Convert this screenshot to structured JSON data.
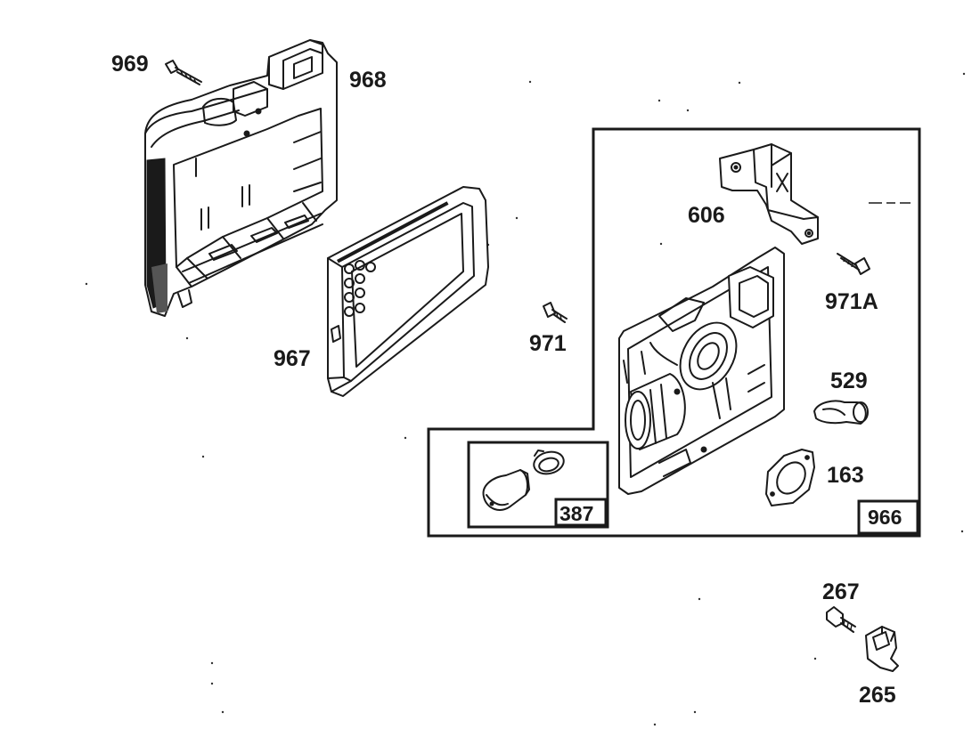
{
  "diagram": {
    "part_labels": {
      "p969": "969",
      "p968": "968",
      "p967": "967",
      "p971": "971",
      "p606": "606",
      "p971a": "971A",
      "p529": "529",
      "p163": "163",
      "p267": "267",
      "p265": "265"
    },
    "box_labels": {
      "kit966": "966",
      "kit387": "387"
    }
  }
}
